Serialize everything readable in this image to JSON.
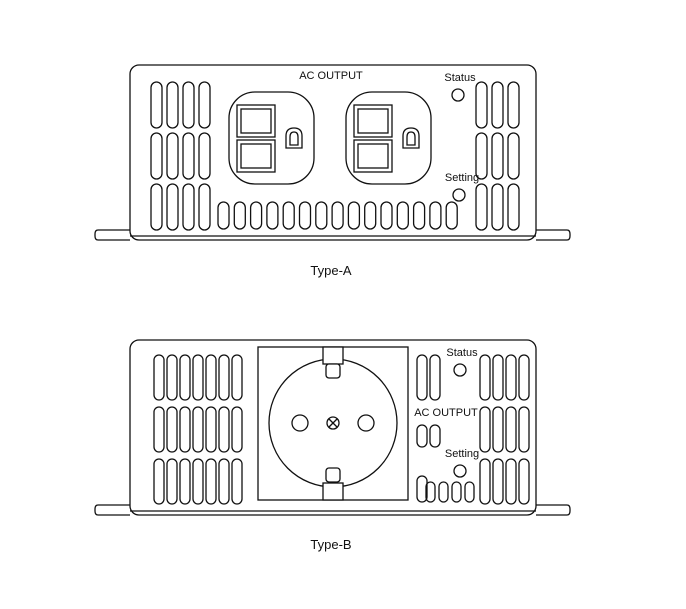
{
  "diagram": {
    "stroke_color": "#111111",
    "background": "#ffffff",
    "type_a": {
      "caption": "Type-A",
      "output_label": "AC OUTPUT",
      "status_label": "Status",
      "setting_label": "Setting",
      "outlet_style": "NEMA 5-15 duplex",
      "outlet_count": 2
    },
    "type_b": {
      "caption": "Type-B",
      "output_label": "AC OUTPUT",
      "status_label": "Status",
      "setting_label": "Setting",
      "outlet_style": "Schuko CEE 7/4",
      "outlet_count": 1
    }
  }
}
